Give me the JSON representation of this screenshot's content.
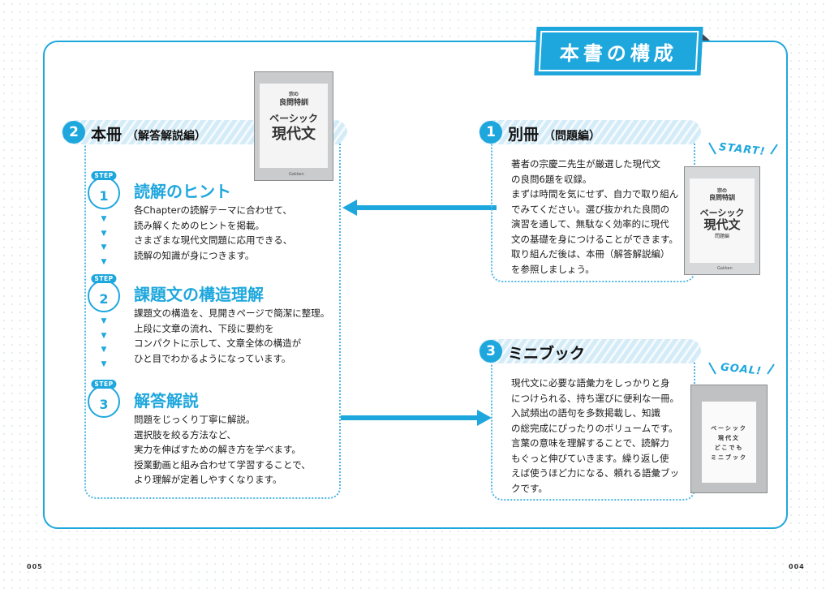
{
  "page_title": "本書の構成",
  "page_numbers": {
    "left": "005",
    "right": "004"
  },
  "section1": {
    "num": "1",
    "title": "別冊",
    "sub": "（問題編）",
    "lines": [
      "著者の宗慶二先生が厳選した現代文",
      "の良問6題を収録。",
      "まずは時間を気にせず、自力で取り組ん",
      "でみてください。選び抜かれた良問の",
      "演習を通して、無駄なく効率的に現代",
      "文の基礎を身につけることができます。",
      "取り組んだ後は、本冊（解答解説編）",
      "を参照しましょう。"
    ],
    "tag": "START!"
  },
  "section2": {
    "num": "2",
    "title": "本冊",
    "sub": "（解答解説編）",
    "steps": [
      {
        "word": "STEP",
        "num": "1",
        "title": "読解のヒント",
        "lines": [
          "各Chapterの読解テーマに合わせて、",
          "読み解くためのヒントを掲載。",
          "さまざまな現代文問題に応用できる、",
          "読解の知識が身につきます。"
        ]
      },
      {
        "word": "STEP",
        "num": "2",
        "title": "課題文の構造理解",
        "lines": [
          "課題文の構造を、見開きページで簡潔に整理。",
          "上段に文章の流れ、下段に要約を",
          "コンパクトに示して、文章全体の構造が",
          "ひと目でわかるようになっています。"
        ]
      },
      {
        "word": "STEP",
        "num": "3",
        "title": "解答解説",
        "lines": [
          "問題をじっくり丁寧に解説。",
          "選択肢を絞る方法など、",
          "実力を伸ばすための解き方を学べます。",
          "授業動画と組み合わせて学習することで、",
          "より理解が定着しやすくなります。"
        ]
      }
    ],
    "arrow_glyphs": [
      "▼",
      "▼",
      "▼",
      "▼"
    ]
  },
  "section3": {
    "num": "3",
    "title": "ミニブック",
    "lines": [
      "現代文に必要な語彙力をしっかりと身",
      "につけられる、持ち運びに便利な一冊。",
      "入試頻出の語句を多数掲載し、知識",
      "の総完成にぴったりのボリュームです。",
      "言葉の意味を理解することで、読解力",
      "もぐっと伸びていきます。繰り返し使",
      "えば使うほど力になる、頼れる語彙ブッ",
      "クです。"
    ],
    "tag": "GOAL!"
  },
  "books": {
    "main": {
      "line1": "宗の",
      "line2": "良問特訓",
      "line3": "ベーシック",
      "line4": "現代文",
      "publisher": "Gakken"
    },
    "bessatsu": {
      "line1": "宗の",
      "line2": "良問特訓",
      "line3": "ベーシック",
      "line4": "現代文",
      "line5": "問題編",
      "publisher": "Gakken"
    },
    "mini": {
      "line1": "ベーシック",
      "line2": "現代文",
      "line3": "どこでも",
      "line4": "ミニブック"
    }
  },
  "colors": {
    "accent": "#1ea7dd",
    "accent_light": "#d4ebf8",
    "book_gray": "#c9cbcd"
  }
}
